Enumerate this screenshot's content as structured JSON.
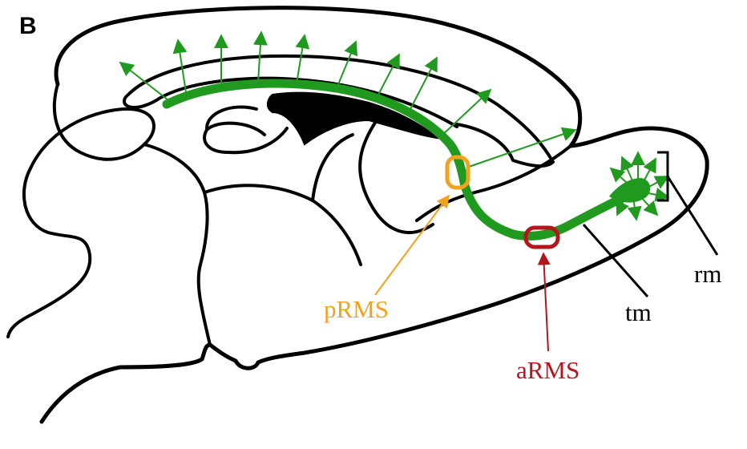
{
  "panel_label": "B",
  "labels": {
    "prms": "pRMS",
    "arms": "aRMS",
    "tm": "tm",
    "rm": "rm"
  },
  "colors": {
    "outline": "#000000",
    "stream": "#1f9a1f",
    "prms": "#f2a21c",
    "arms": "#b3151a",
    "background": "#ffffff"
  }
}
